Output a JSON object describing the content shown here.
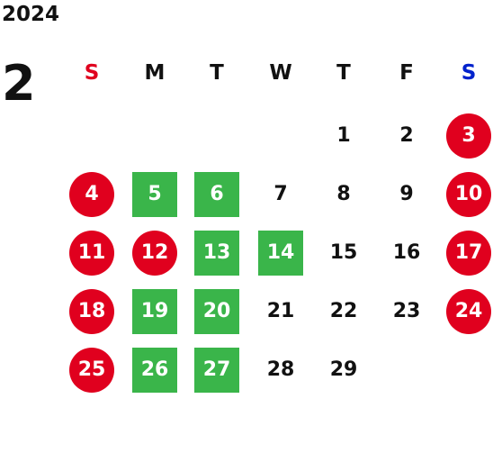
{
  "header": {
    "year": "2024",
    "month": "2"
  },
  "colors": {
    "sunday_label": "#e0001e",
    "saturday_label": "#0022cc",
    "holiday_circle": "#e0001e",
    "green_square": "#3ab54a"
  },
  "weekdays": [
    "S",
    "M",
    "T",
    "W",
    "T",
    "F",
    "S"
  ],
  "days": [
    {
      "label": "1",
      "style": "plain"
    },
    {
      "label": "2",
      "style": "plain"
    },
    {
      "label": "3",
      "style": "red-circle"
    },
    {
      "label": "4",
      "style": "red-circle"
    },
    {
      "label": "5",
      "style": "green-square"
    },
    {
      "label": "6",
      "style": "green-square"
    },
    {
      "label": "7",
      "style": "plain"
    },
    {
      "label": "8",
      "style": "plain"
    },
    {
      "label": "9",
      "style": "plain"
    },
    {
      "label": "10",
      "style": "red-circle"
    },
    {
      "label": "11",
      "style": "red-circle"
    },
    {
      "label": "12",
      "style": "red-circle"
    },
    {
      "label": "13",
      "style": "green-square"
    },
    {
      "label": "14",
      "style": "green-square"
    },
    {
      "label": "15",
      "style": "plain"
    },
    {
      "label": "16",
      "style": "plain"
    },
    {
      "label": "17",
      "style": "red-circle"
    },
    {
      "label": "18",
      "style": "red-circle"
    },
    {
      "label": "19",
      "style": "green-square"
    },
    {
      "label": "20",
      "style": "green-square"
    },
    {
      "label": "21",
      "style": "plain"
    },
    {
      "label": "22",
      "style": "plain"
    },
    {
      "label": "23",
      "style": "plain"
    },
    {
      "label": "24",
      "style": "red-circle"
    },
    {
      "label": "25",
      "style": "red-circle"
    },
    {
      "label": "26",
      "style": "green-square"
    },
    {
      "label": "27",
      "style": "green-square"
    },
    {
      "label": "28",
      "style": "plain"
    },
    {
      "label": "29",
      "style": "plain"
    }
  ]
}
